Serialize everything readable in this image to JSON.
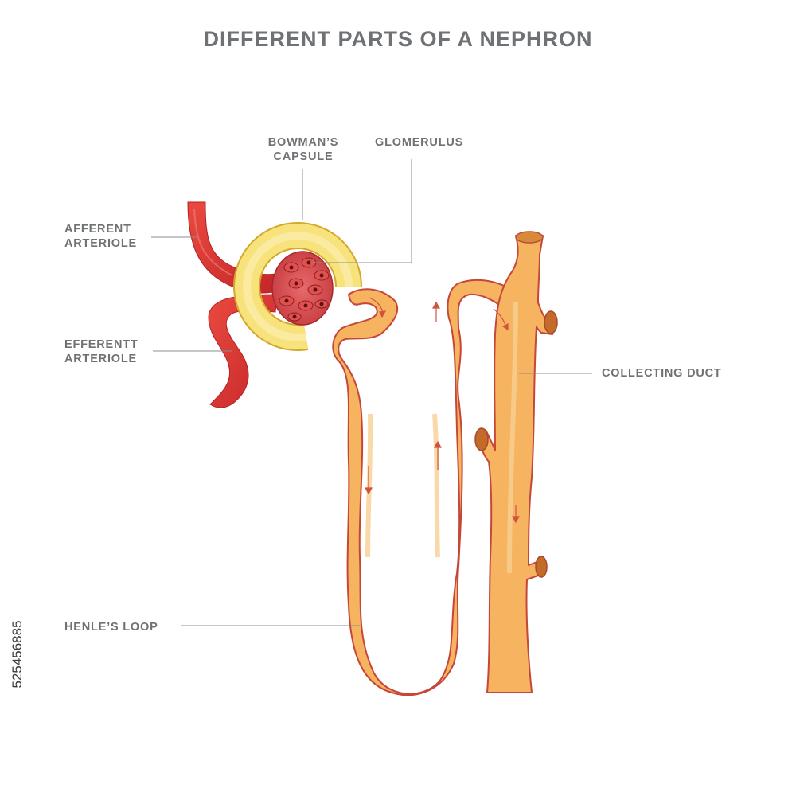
{
  "title": "DIFFERENT PARTS OF A NEPHRON",
  "labels": {
    "bowmans_capsule": [
      "BOWMAN’S",
      "CAPSULE"
    ],
    "glomerulus": "GLOMERULUS",
    "afferent_arteriole": [
      "AFFERENT",
      "ARTERIOLE"
    ],
    "efferent_arteriole": [
      "EFFERENTT",
      "ARTERIOLE"
    ],
    "collecting_duct": "COLLECTING DUCT",
    "henles_loop": "HENLE’S LOOP"
  },
  "side_id": "525456885",
  "colors": {
    "title_text": "#6f7275",
    "label_text": "#6f7275",
    "leader_line": "#8a8d90",
    "tubule_fill": "#f6b360",
    "tubule_outline": "#c6473a",
    "vessel_red": "#e0413a",
    "vessel_dark": "#c4262a",
    "capsule_yellow": "#f6e37a",
    "capsule_outline": "#d4a82a"
  }
}
